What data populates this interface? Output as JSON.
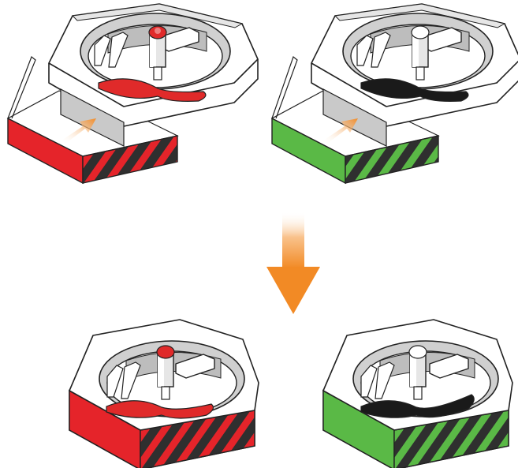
{
  "illustration": {
    "colors": {
      "red_accent": "#e5242a",
      "green_accent": "#5ab946",
      "stripe_dark": "#2f2f2f",
      "motor_red": "#e02a2a",
      "motor_white": "#ffffff",
      "propeller_red": "#e02a2a",
      "propeller_black": "#1a1a1a",
      "arrow_orange": "#f59a3b",
      "body_light": "#ffffff",
      "body_gray": "#c9c9c9",
      "outline": "#222222"
    },
    "stages": [
      {
        "label": "",
        "variant": "red",
        "state": "separated"
      },
      {
        "label": "",
        "variant": "green",
        "state": "separated"
      },
      {
        "label": "",
        "variant": "red",
        "state": "assembled"
      },
      {
        "label": "",
        "variant": "green",
        "state": "assembled"
      }
    ],
    "icons": {
      "insert_arrow": "arrow-insert-icon",
      "down_arrow": "arrow-down-icon"
    }
  }
}
